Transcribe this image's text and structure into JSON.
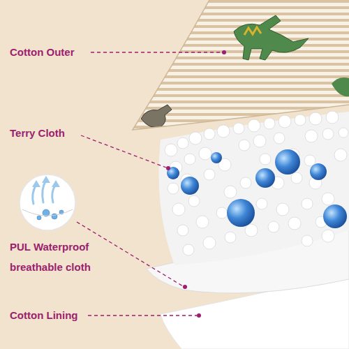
{
  "diagram": {
    "labels": [
      "Cotton Outer",
      "Terry Cloth",
      "PUL Waterproof breathable cloth",
      "Cotton Lining"
    ]
  }
}
